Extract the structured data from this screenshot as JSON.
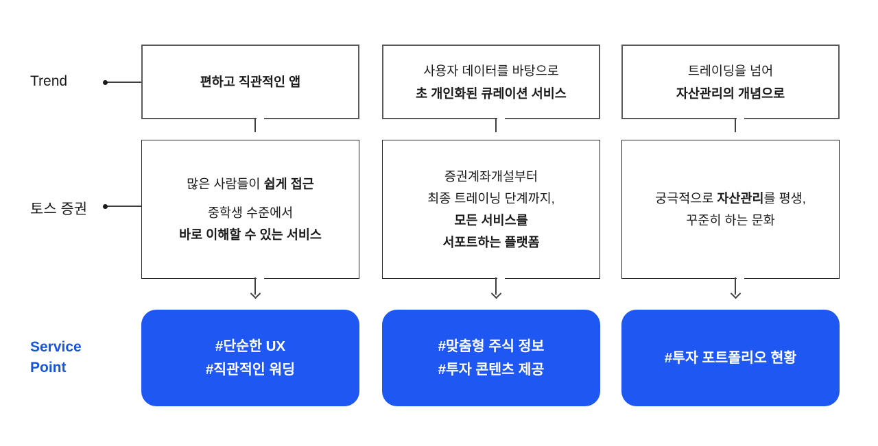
{
  "colors": {
    "accent": "#1E57F1",
    "label_blue": "#1656DD",
    "border_gray": "#595959",
    "border_dark": "#262626",
    "connector": "#3F3F3F",
    "text": "#1A1A1A",
    "service_text": "#FFFFFF"
  },
  "rail": {
    "trend": "Trend",
    "toss": "토스 증권",
    "service_l1": "Service",
    "service_l2": "Point"
  },
  "columns": [
    {
      "trend": {
        "l1": "편하고 직관적인 앱"
      },
      "toss": {
        "l1a": "많은 사람들이 ",
        "l1b": "쉽게 접근",
        "l2": "중학생 수준에서",
        "l3": "바로 이해할 수 있는 서비스"
      },
      "service": {
        "l1": "#단순한 UX",
        "l2": "#직관적인 워딩"
      }
    },
    {
      "trend": {
        "l1": "사용자 데이터를 바탕으로",
        "l2": "초 개인화된 큐레이션 서비스"
      },
      "toss": {
        "l1": "증권계좌개설부터",
        "l2": "최종 트레이닝 단계까지,",
        "l3": "모든 서비스를",
        "l4": "서포트하는 플랫폼"
      },
      "service": {
        "l1": "#맞춤형 주식 정보",
        "l2": "#투자 콘텐츠 제공"
      }
    },
    {
      "trend": {
        "l1": "트레이딩을 넘어",
        "l2": "자산관리의 개념으로"
      },
      "toss": {
        "l1a": "궁극적으로 ",
        "l1b": "자산관리",
        "l1c": "를 평생,",
        "l2": "꾸준히 하는 문화"
      },
      "service": {
        "l1": "#투자 포트폴리오 현황"
      }
    }
  ]
}
